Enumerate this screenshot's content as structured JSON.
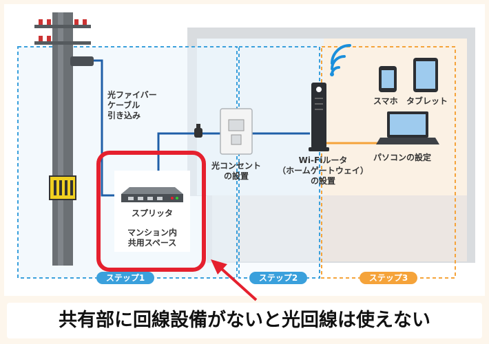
{
  "labels": {
    "fiber_cable": [
      "光ファイバー",
      "ケーブル",
      "引き込み"
    ],
    "splitter": "スプリッタ",
    "common_space": [
      "マンション内",
      "共用スペース"
    ],
    "optical_outlet": [
      "光コンセント",
      "の設置"
    ],
    "router": [
      "Wi-Fiルータ",
      "（ホームゲートウェイ）",
      "の設置"
    ],
    "smartphone": "スマホ",
    "tablet": "タブレット",
    "pc_setup": "パソコンの設定"
  },
  "steps": [
    "ステップ1",
    "ステップ2",
    "ステップ3"
  ],
  "caption": "共有部に回線設備がないと光回線は使えない",
  "colors": {
    "step_blue": "#3aa0dc",
    "step_orange": "#f5a33a",
    "cable_blue": "#1f5fa8",
    "highlight_red": "#e5202e",
    "building_gray": "#d9dcdf"
  }
}
